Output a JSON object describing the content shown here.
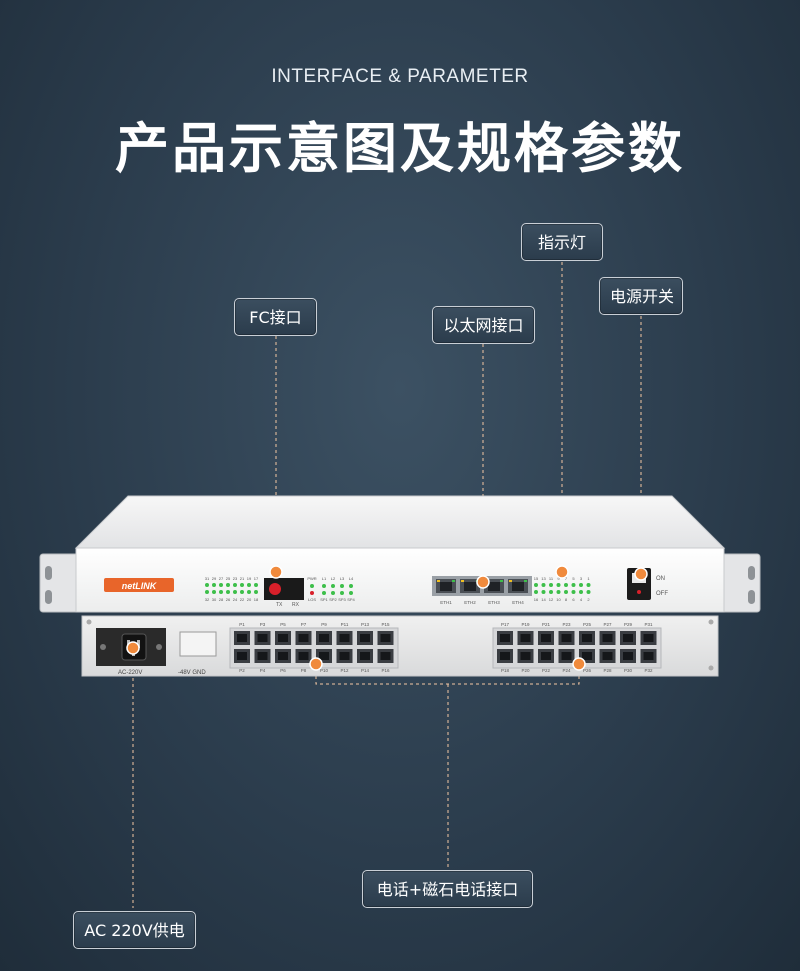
{
  "header": {
    "subtitle": "INTERFACE & PARAMETER",
    "title": "产品示意图及规格参数"
  },
  "callouts": {
    "indicator": "指示灯",
    "power_switch": "电源开关",
    "fc_port": "FC接口",
    "ethernet_port": "以太网接口",
    "phone_port": "电话+磁石电话接口",
    "ac_power": "AC 220V供电"
  },
  "device": {
    "brand": "netLINK",
    "power_label": "AC-220V",
    "dc_label": "-48V GND",
    "switch_on": "ON",
    "switch_off": "OFF",
    "fc_tx": "TX",
    "fc_rx": "RX",
    "eth_ports": [
      "ETH1",
      "ETH2",
      "ETH3",
      "ETH4"
    ],
    "left_top_ports": [
      "P1",
      "P3",
      "P5",
      "P7",
      "P9",
      "P11",
      "P13",
      "P15"
    ],
    "left_bottom_ports": [
      "P2",
      "P4",
      "P6",
      "P8",
      "P10",
      "P12",
      "P14",
      "P16"
    ],
    "right_top_ports": [
      "P17",
      "P19",
      "P21",
      "P23",
      "P25",
      "P27",
      "P29",
      "P31"
    ],
    "right_bottom_ports": [
      "P18",
      "P20",
      "P22",
      "P24",
      "P26",
      "P28",
      "P30",
      "P32"
    ],
    "led_rows_left_top": [
      "31",
      "29",
      "27",
      "25",
      "23",
      "21",
      "19",
      "17"
    ],
    "led_rows_left_bottom": [
      "32",
      "30",
      "28",
      "26",
      "24",
      "22",
      "20",
      "18"
    ],
    "led_rows_right_top": [
      "15",
      "13",
      "11",
      "9",
      "7",
      "5",
      "3",
      "1"
    ],
    "led_rows_right_bottom": [
      "16",
      "14",
      "12",
      "10",
      "8",
      "6",
      "4",
      "2"
    ],
    "status_labels_top": [
      "PWR",
      "L1",
      "L2",
      "L3",
      "L4"
    ],
    "status_labels_bottom": [
      "LOS",
      "SP1",
      "SP2",
      "SP3",
      "SP4"
    ]
  },
  "colors": {
    "accent": "#f08a3c",
    "background": "#2f4252",
    "brand": "#e8652a",
    "led": "#3dbf4a"
  }
}
